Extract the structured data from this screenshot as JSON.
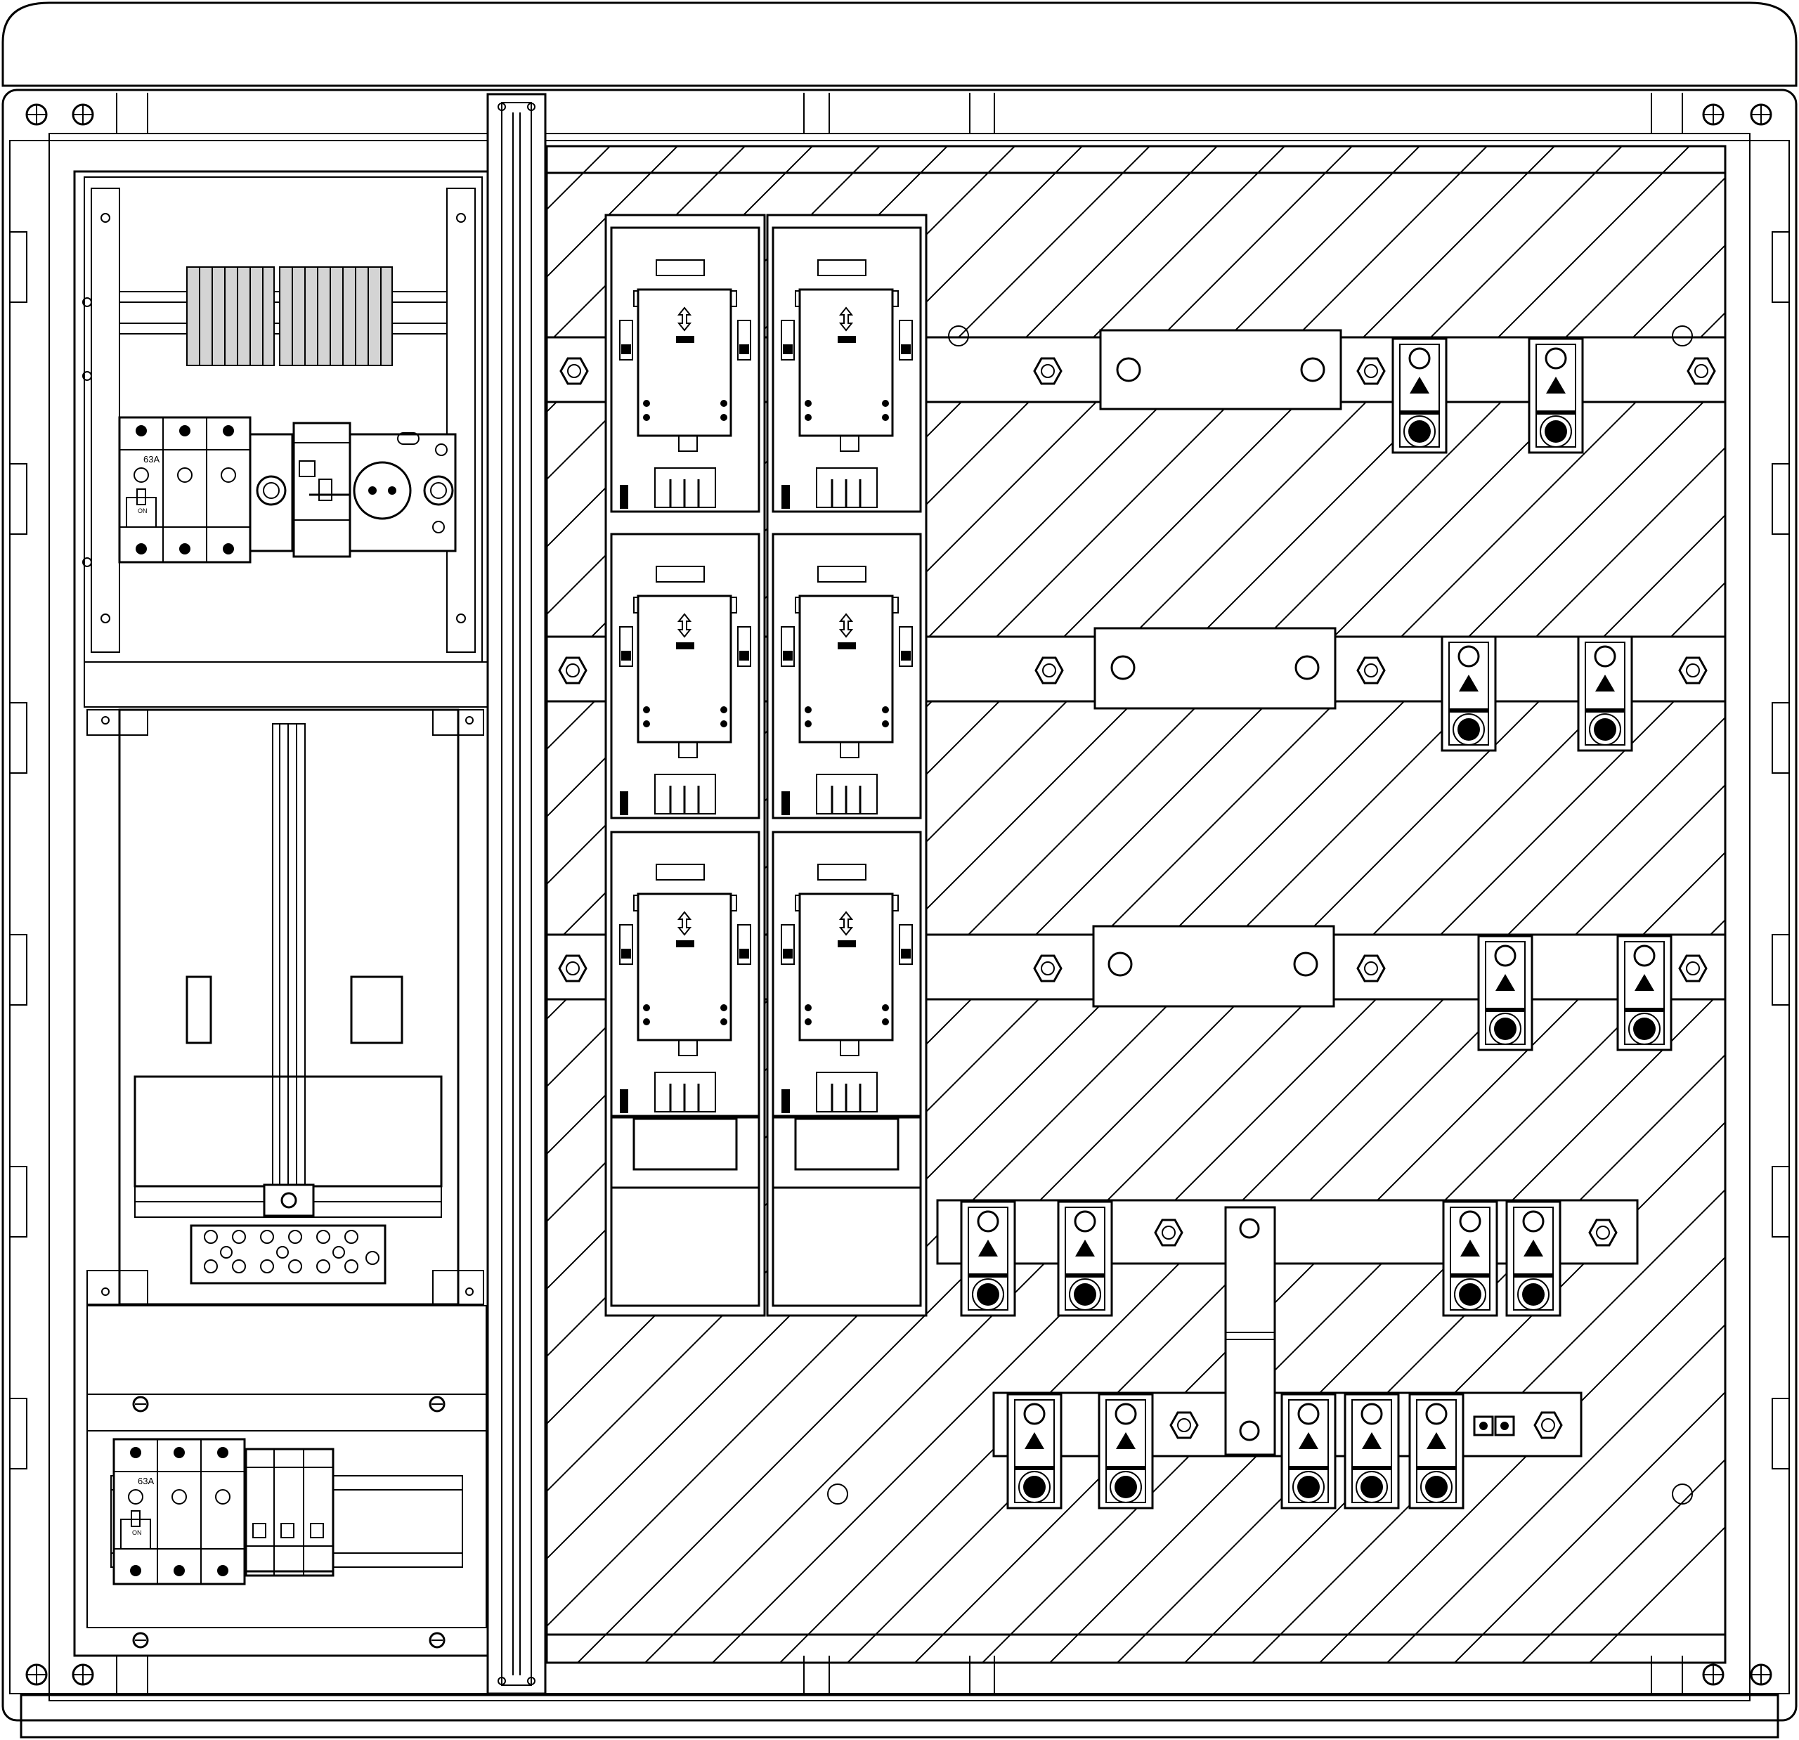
{
  "device_labels": {
    "mcb_rating_top": "63A",
    "mcb_rating_bottom": "63A",
    "mcb_state_top": "ON",
    "mcb_state_bottom": "ON"
  },
  "colors": {
    "stroke": "#000000",
    "background": "#ffffff",
    "terminal_fill": "#d4d4d4"
  }
}
